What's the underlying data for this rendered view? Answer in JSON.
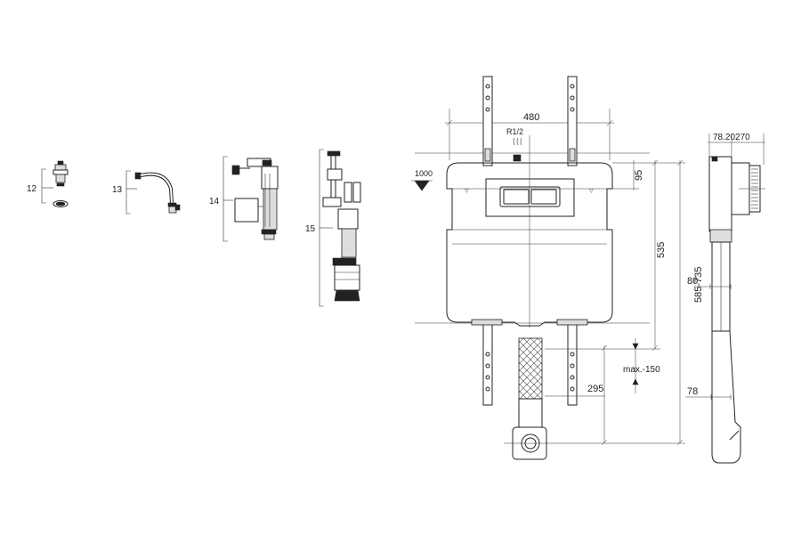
{
  "parts": [
    {
      "label": "12",
      "icon": "connector-fitting-icon"
    },
    {
      "label": "13",
      "icon": "flexible-hose-icon"
    },
    {
      "label": "14",
      "icon": "fill-valve-icon"
    },
    {
      "label": "15",
      "icon": "flush-valve-icon"
    }
  ],
  "front_view": {
    "width_dim": "480",
    "inlet": "R1/2",
    "level_mark": "1000",
    "top_offset": "95",
    "height_tank": "535",
    "height_range": "585-735",
    "outlet_offset": "295",
    "outlet_max": "max.-150"
  },
  "side_view": {
    "top_dims": "78.20270",
    "mid_dim": "80",
    "bottom_dim": "78"
  }
}
